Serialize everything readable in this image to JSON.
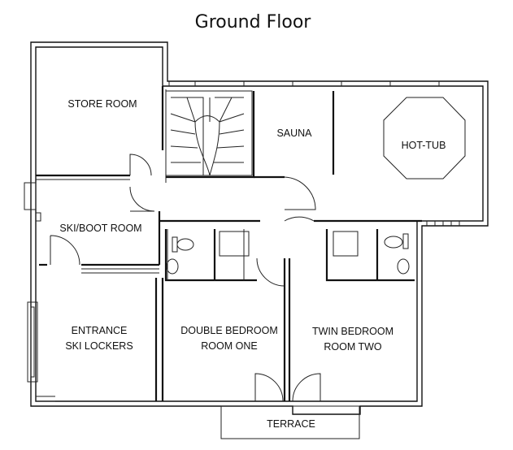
{
  "title": "Ground Floor",
  "rooms": {
    "store_room": "STORE ROOM",
    "sauna": "SAUNA",
    "hot_tub": "HOT-TUB",
    "ski_boot_room": "SKI/BOOT ROOM",
    "entrance_line1": "ENTRANCE",
    "entrance_line2": "SKI LOCKERS",
    "double_bedroom_line1": "DOUBLE BEDROOM",
    "double_bedroom_line2": "ROOM ONE",
    "twin_bedroom_line1": "TWIN BEDROOM",
    "twin_bedroom_line2": "ROOM TWO",
    "terrace": "TERRACE"
  }
}
